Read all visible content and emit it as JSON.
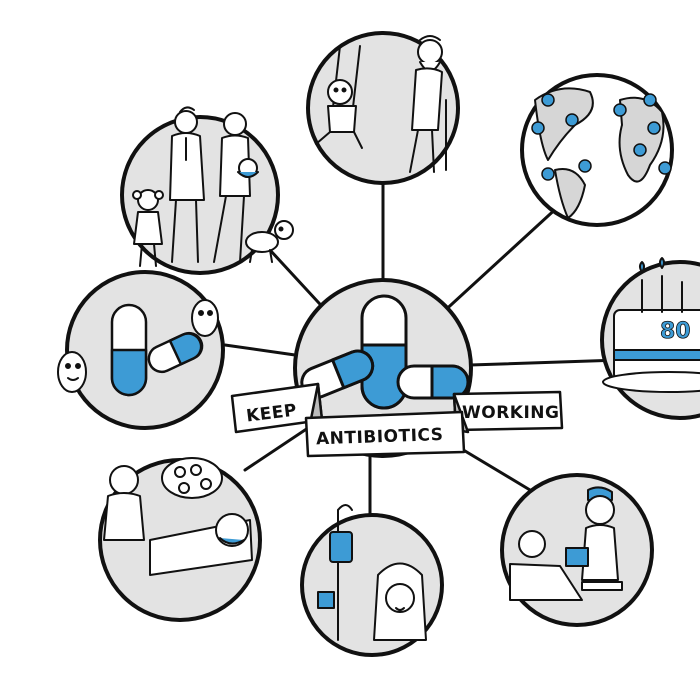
{
  "banner": {
    "left": "KEEP",
    "center": "ANTIBIOTICS",
    "right": "WORKING"
  },
  "cake": {
    "number": "80"
  },
  "colors": {
    "accent": "#3d9bd5",
    "ink": "#111111",
    "circle_fill": "#e3e3e3",
    "paper": "#ffffff"
  },
  "icons": [
    "family-illustration",
    "child-and-elderly-illustration",
    "globe-illustration",
    "birthday-cake-illustration",
    "capsule-vs-bacteria-illustration",
    "surgery-illustration",
    "iv-drip-illustration",
    "nurse-and-patient-illustration",
    "antibiotic-capsules-illustration"
  ]
}
